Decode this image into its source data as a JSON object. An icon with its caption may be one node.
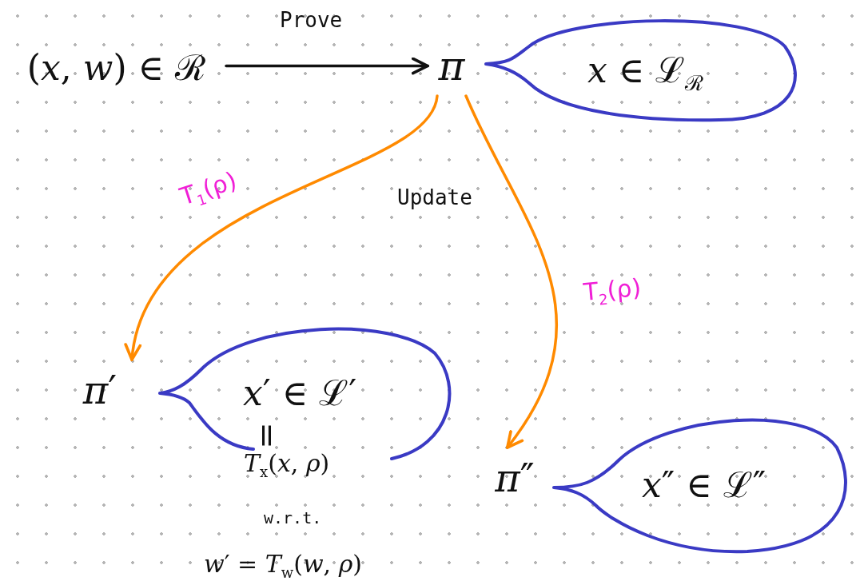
{
  "diagram": {
    "nodes": [
      {
        "text": [
          "(*x*, *w*) ∈ ℛ"
        ]
      },
      {
        "text": [
          "π"
        ]
      },
      {
        "text": [
          "*x* ∈ ℒ$_{ℛ}$"
        ]
      },
      {
        "text": [
          "*π*′"
        ]
      },
      {
        "text": [
          "*x*′ ∈ ℒ′"
        ]
      },
      {
        "text": [
          "*π*″"
        ]
      },
      {
        "text": [
          "*x*″ ∈ ℒ″"
        ]
      }
    ],
    "edges": [
      {
        "from": 0,
        "to": 1,
        "arrow": "to",
        "label": "Prove",
        "color": "#111111"
      },
      {
        "from": 1,
        "to": 3,
        "arrow": "to",
        "label": "T$_{1}$(ρ)"
      },
      {
        "from": 1,
        "to": 5,
        "arrow": "to",
        "label": "T$_{2}$(ρ)"
      }
    ],
    "labels": [
      "Update",
      "=",
      "*T*$_{x}$(*x*, *ρ*)",
      "w.r.t.",
      "*w*′ = *T*$_{w}$(*w*, *ρ*)"
    ]
  }
}
